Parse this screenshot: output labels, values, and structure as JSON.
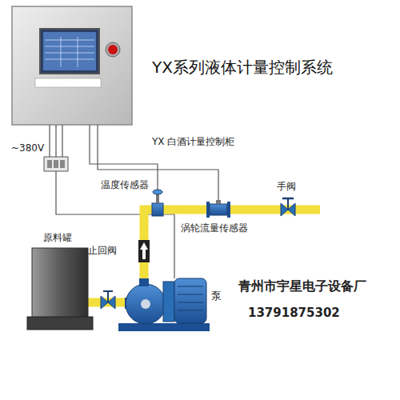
{
  "diagram": {
    "title": "YX系列液体计量控制系统",
    "labels": [
      "~380V",
      "YX 白酒计量控制柜",
      "温度传感器",
      "手阀",
      "涡轮流量传感器",
      "原料罐",
      "止回阀",
      "泵",
      "青州市宇星电子设备厂",
      "13791875302"
    ]
  }
}
